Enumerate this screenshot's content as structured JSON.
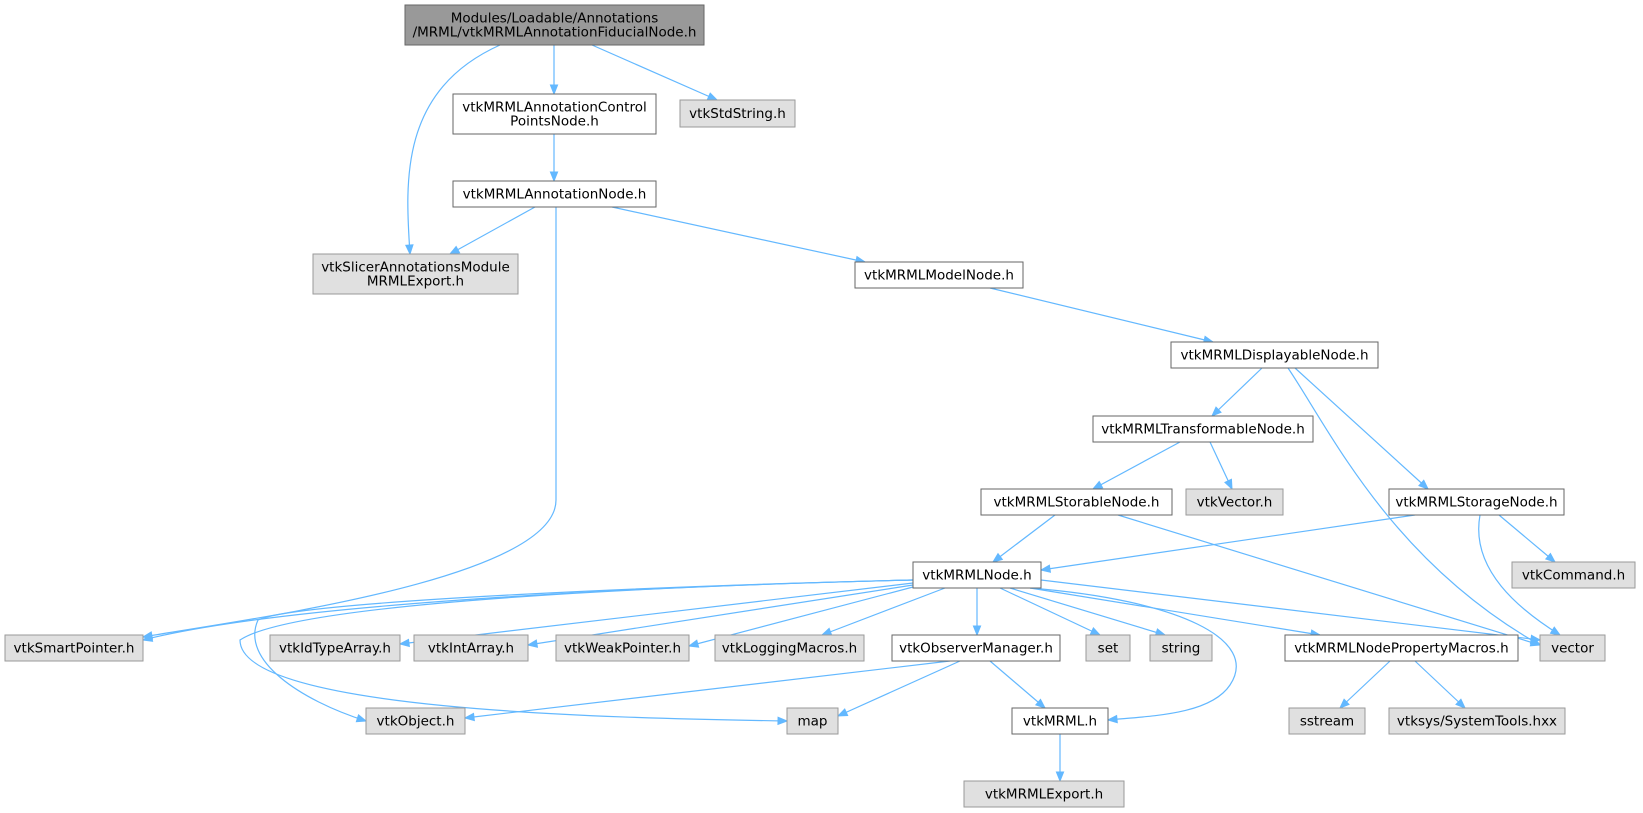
{
  "nodes": {
    "root": {
      "lines": [
        "Modules/Loadable/Annotations",
        "/MRML/vtkMRMLAnnotationFiducialNode.h"
      ]
    },
    "ctrlpts": {
      "lines": [
        "vtkMRMLAnnotationControl",
        "PointsNode.h"
      ]
    },
    "stdstring": {
      "lines": [
        "vtkStdString.h"
      ]
    },
    "annnode": {
      "lines": [
        "vtkMRMLAnnotationNode.h"
      ]
    },
    "slicerexport": {
      "lines": [
        "vtkSlicerAnnotationsModule",
        "MRMLExport.h"
      ]
    },
    "modelnode": {
      "lines": [
        "vtkMRMLModelNode.h"
      ]
    },
    "displayable": {
      "lines": [
        "vtkMRMLDisplayableNode.h"
      ]
    },
    "transformable": {
      "lines": [
        "vtkMRMLTransformableNode.h"
      ]
    },
    "storable": {
      "lines": [
        "vtkMRMLStorableNode.h"
      ]
    },
    "vtkvector": {
      "lines": [
        "vtkVector.h"
      ]
    },
    "storage": {
      "lines": [
        "vtkMRMLStorageNode.h"
      ]
    },
    "command": {
      "lines": [
        "vtkCommand.h"
      ]
    },
    "mrmlnode": {
      "lines": [
        "vtkMRMLNode.h"
      ]
    },
    "smartptr": {
      "lines": [
        "vtkSmartPointer.h"
      ]
    },
    "idtype": {
      "lines": [
        "vtkIdTypeArray.h"
      ]
    },
    "intarray": {
      "lines": [
        "vtkIntArray.h"
      ]
    },
    "weakptr": {
      "lines": [
        "vtkWeakPointer.h"
      ]
    },
    "logging": {
      "lines": [
        "vtkLoggingMacros.h"
      ]
    },
    "observer": {
      "lines": [
        "vtkObserverManager.h"
      ]
    },
    "set": {
      "lines": [
        "set"
      ]
    },
    "string": {
      "lines": [
        "string"
      ]
    },
    "propmacros": {
      "lines": [
        "vtkMRMLNodePropertyMacros.h"
      ]
    },
    "vector": {
      "lines": [
        "vector"
      ]
    },
    "vtkobject": {
      "lines": [
        "vtkObject.h"
      ]
    },
    "map": {
      "lines": [
        "map"
      ]
    },
    "vtkmrml": {
      "lines": [
        "vtkMRML.h"
      ]
    },
    "sstream": {
      "lines": [
        "sstream"
      ]
    },
    "systemtools": {
      "lines": [
        "vtksys/SystemTools.hxx"
      ]
    },
    "mrmlexport": {
      "lines": [
        "vtkMRMLExport.h"
      ]
    }
  }
}
